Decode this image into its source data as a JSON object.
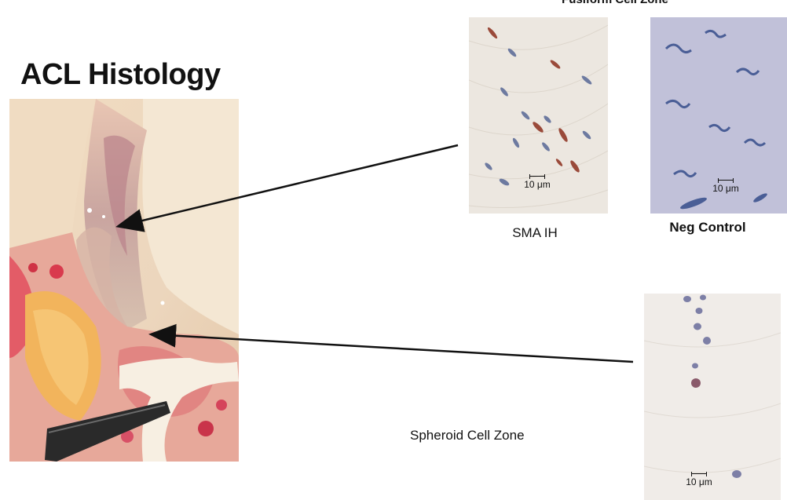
{
  "title": "ACL Histology",
  "labels": {
    "fusiform_zone": "Fusiform Cell Zone",
    "spheroid_zone": "Spheroid Cell Zone",
    "sma_ih": "SMA IH",
    "neg_control": "Neg Control"
  },
  "scale_bars": {
    "sma": "10 μm",
    "neg": "10 μm",
    "spheroid": "10 μm"
  },
  "colors": {
    "background": "#ffffff",
    "text": "#111111",
    "arrow": "#111111"
  }
}
